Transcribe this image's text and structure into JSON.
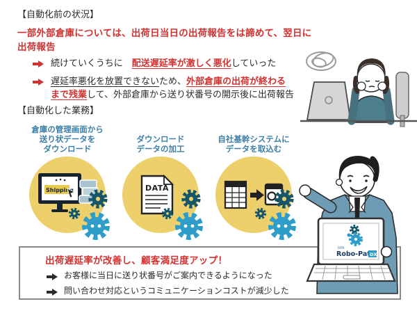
{
  "colors": {
    "red": "#d23230",
    "step_label_blue": "#3e7fa8",
    "circle_yellow": "#edd06c",
    "gear_dark": "#15566b",
    "gear_light": "#2f9dc9",
    "box_border": "#8a8a8a",
    "suit_blue": "#6f9cb5",
    "sweater_teal": "#4d7e8d"
  },
  "before": {
    "title": "【自動化前の状況】",
    "headline": "一部外部倉庫については、出荷日当日の出荷報告をは諦めて、翌日に出荷報告",
    "b1": {
      "s0": "続けていくうちに　",
      "s1": "配送遅延率が激しく悪化",
      "s2": "していった"
    },
    "b2": {
      "l1s0": "遅延率悪化を放置できない",
      "l1s1": "ため、",
      "l1s2": "外部倉庫の出荷が終わる",
      "l2s0": "まで残業",
      "l2s1": "して、外部倉庫から送り状番号の開示後に出荷報告"
    }
  },
  "automated": {
    "title": "【自動化した業務】",
    "steps": [
      {
        "lines": [
          "倉庫の管理画面から",
          "送り状データを",
          "ダウンロード"
        ],
        "icon": "monitor-shipping-icon",
        "icon_text": "Shipping"
      },
      {
        "lines": [
          "ダウンロード",
          "データの加工"
        ],
        "icon": "data-document-icon",
        "icon_text": "DATA"
      },
      {
        "lines": [
          "自社基幹システムに",
          "データを取込む"
        ],
        "icon": "table-to-system-icon"
      }
    ]
  },
  "result": {
    "heading": "出荷遅延率が改善し、顧客満足度アップ！",
    "bullets": [
      "お客様に当日に送り状番号がご案内できるようになった",
      "問い合わせ対応というコミュニケーションコストが減少した"
    ]
  },
  "laptop_logo": {
    "rpa": "RPA",
    "brand": "Robo-Pat",
    "dx": "DX"
  },
  "icons": [
    "right-arrow-icon",
    "gear-icon",
    "monitor-shipping-icon",
    "package-stack-icon",
    "data-document-icon",
    "table-icon",
    "system-window-icon",
    "frustrated-worker-illustration",
    "presenter-man-illustration",
    "scribble-cloud-icon"
  ]
}
